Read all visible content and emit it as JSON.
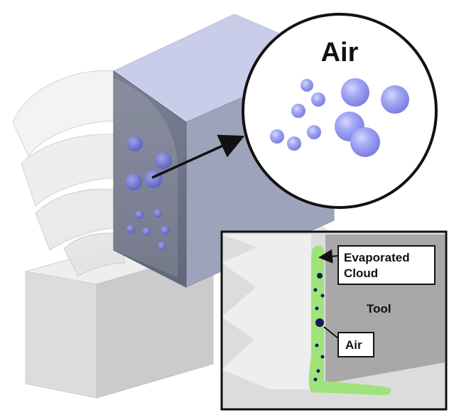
{
  "labels": {
    "zoom_title": "Air",
    "evaporated_line1": "Evaporated",
    "evaporated_line2": "Cloud",
    "tool": "Tool",
    "air_inset": "Air"
  },
  "colors": {
    "block_front": "#6f7488",
    "block_top": "#c9cdea",
    "block_side": "#9ea3bc",
    "workpiece_light": "#dedede",
    "workpiece_mid": "#cfcfcf",
    "bubble": "#9a9ef0",
    "bubble_edge": "#7d82e0",
    "cloud_green": "#9fe37b",
    "air_dot": "#15185e",
    "tool_gray": "#a8a8a8",
    "chip_light": "#e6e6e6",
    "border": "#111111"
  }
}
